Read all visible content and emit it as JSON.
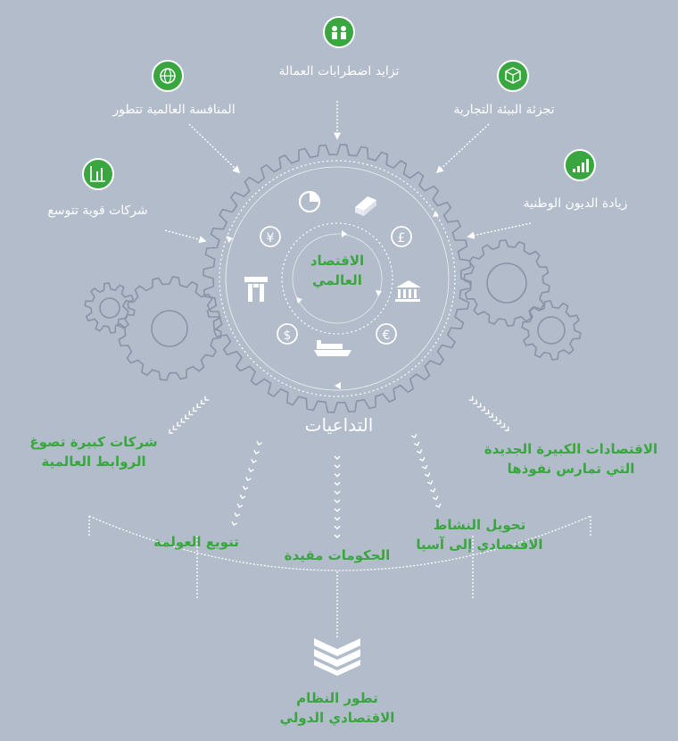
{
  "center_title": [
    "الاقتصاد",
    "العالمي"
  ],
  "causes": [
    {
      "icon": "workers-icon",
      "label": "تزايد اضطرابات العمالة"
    },
    {
      "icon": "globe-icon",
      "label": "المنافسة العالمية تتطور"
    },
    {
      "icon": "cube-icon",
      "label": "تجزئة البيئة التجارية"
    },
    {
      "icon": "growth-chart-icon",
      "label": "شركات قوية تتوسع"
    },
    {
      "icon": "bar-chart-icon",
      "label": "زيادة الديون الوطنية"
    }
  ],
  "effects_label": "التداعيات",
  "effects": [
    {
      "lines": [
        "شركات كبيرة تصوغ",
        "الروابط العالمية"
      ]
    },
    {
      "lines": [
        "تنويع العولمة"
      ]
    },
    {
      "lines": [
        "الحكومات مقيدة"
      ]
    },
    {
      "lines": [
        "تحويل النشاط",
        "الاقتصادي إلى آسيا"
      ]
    },
    {
      "lines": [
        "الاقتصادات الكبيرة الجديدة",
        "التي تمارس نفوذها"
      ]
    }
  ],
  "outcome": {
    "lines": [
      "تطور النظام",
      "الاقتصادي الدولي"
    ]
  },
  "currency_symbols": {
    "yen": "¥",
    "pound": "£",
    "dollar": "$",
    "euro": "€"
  },
  "colors": {
    "background": "#b2bccb",
    "accent": "#3aa63f",
    "gear": "#8a93a7",
    "line": "#ffffff"
  }
}
